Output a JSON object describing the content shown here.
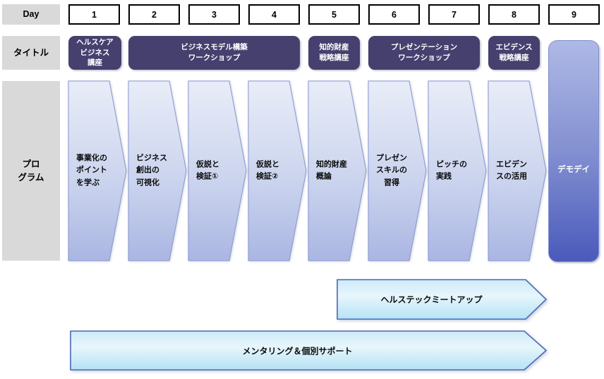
{
  "labels": {
    "day": "Day",
    "title": "タイトル",
    "program": "プロ\nグラム"
  },
  "days": [
    "1",
    "2",
    "3",
    "4",
    "5",
    "6",
    "7",
    "8",
    "9"
  ],
  "titles": [
    {
      "label": "ヘルスケア\nビジネス\n講座"
    },
    {
      "label": "ビジネスモデル構築\nワークショップ"
    },
    {
      "label": "知的財産\n戦略講座"
    },
    {
      "label": "プレゼンテーション\nワークショップ"
    },
    {
      "label": "エビデンス\n戦略講座"
    }
  ],
  "programs": [
    "事業化の\nポイント\nを学ぶ",
    "ビジネス\n創出の\n可視化",
    "仮説と\n検証①",
    "仮説と\n検証②",
    "知的財産\n概論",
    "プレゼン\nスキルの\n　習得",
    "ピッチの\n実践",
    "エビデン\nスの活用"
  ],
  "demo_day_label": "デモデイ",
  "banners": {
    "meetup": "ヘルステックミートアップ",
    "mentoring": "メンタリング＆個別サポート"
  },
  "colors": {
    "purple": "#46406F",
    "gray": "#D9D9D9",
    "chevron-top": "#E9EDF8",
    "chevron-mid": "#CBD4EE",
    "chevron-bottom": "#AAB6E2",
    "chevron-border": "#8896CE",
    "demo-top": "#AFB9E6",
    "demo-bottom": "#4A5ABB",
    "banner-top": "#CDEBF8",
    "banner-mid": "#E7F6FC",
    "banner-bottom": "#B5E2F4",
    "banner-border": "#4E66B8",
    "day-box-border": "#000000"
  }
}
